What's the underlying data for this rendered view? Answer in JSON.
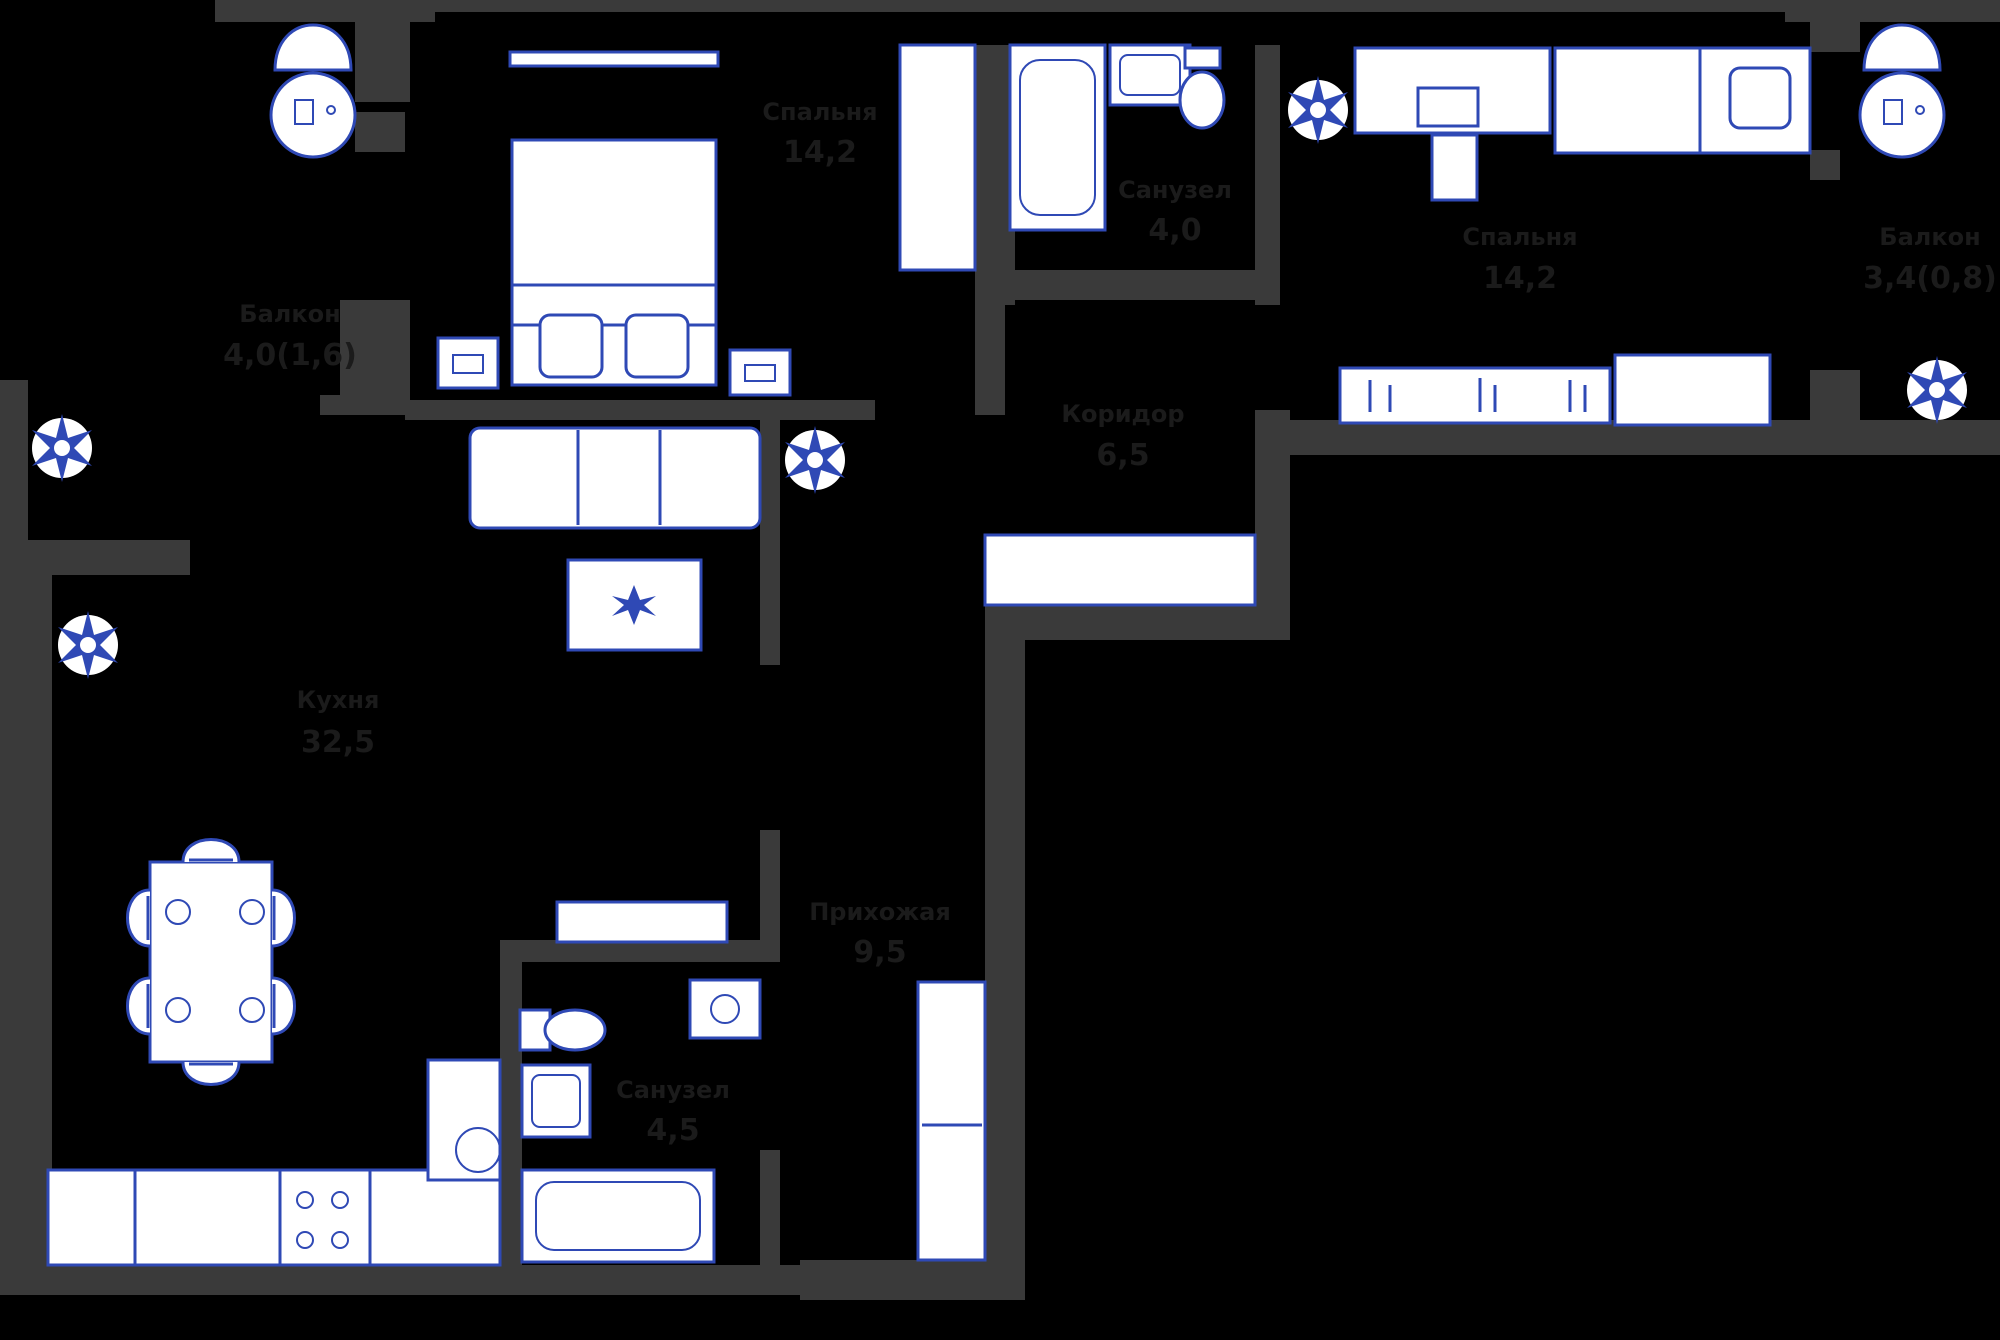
{
  "rooms": {
    "bedroom_1": {
      "name": "Спальня",
      "area": "14,2"
    },
    "bathroom_1": {
      "name": "Санузел",
      "area": "4,0"
    },
    "bedroom_2": {
      "name": "Спальня",
      "area": "14,2"
    },
    "balcony_right": {
      "name": "Балкон",
      "area": "3,4(0,8)"
    },
    "balcony_left": {
      "name": "Балкон",
      "area": "4,0(1,6)"
    },
    "corridor": {
      "name": "Коридор",
      "area": "6,5"
    },
    "kitchen": {
      "name": "Кухня",
      "area": "32,5"
    },
    "hallway": {
      "name": "Прихожая",
      "area": "9,5"
    },
    "bathroom_2": {
      "name": "Санузел",
      "area": "4,5"
    }
  },
  "colors": {
    "wall": "#3a3a3a",
    "furniture": "#2f49b5",
    "background": "#000000"
  },
  "icons": [
    "plant-icon",
    "armchair-icon",
    "bed-icon",
    "sofa-icon",
    "bathtub-icon",
    "toilet-icon",
    "sink-icon",
    "stove-icon",
    "washer-icon",
    "table-icon"
  ]
}
